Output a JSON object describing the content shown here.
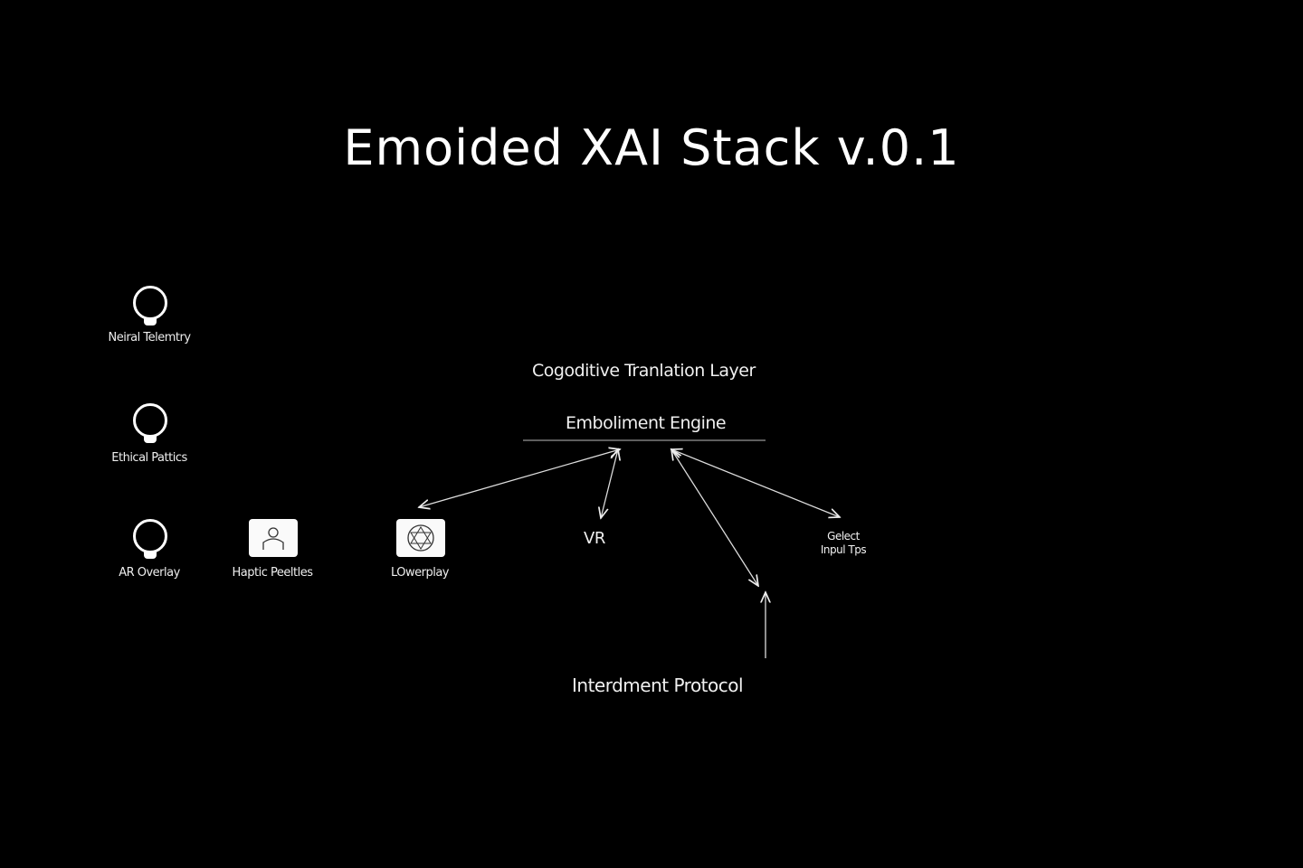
{
  "title": "Emoided XAI Stack v.0.1",
  "left_nodes": [
    {
      "label": "Neiral Telemtry",
      "icon": "brain-text-icon"
    },
    {
      "label": "Ethical Pattics",
      "icon": "dotted-globe-icon"
    },
    {
      "label": "AR Overlay",
      "icon": "network-globe-icon"
    }
  ],
  "row_nodes": [
    {
      "label": "Haptic Peeltles",
      "icon": "person-icon"
    },
    {
      "label": "LOwerplay",
      "icon": "polyhedron-icon"
    }
  ],
  "center": {
    "layer": "Cogoditive Tranlation Layer",
    "engine": "Emboliment Engine",
    "vr": "VR",
    "gesture_line1": "Gelect",
    "gesture_line2": "Inpul Tps",
    "protocol": "Interdment Protocol"
  }
}
